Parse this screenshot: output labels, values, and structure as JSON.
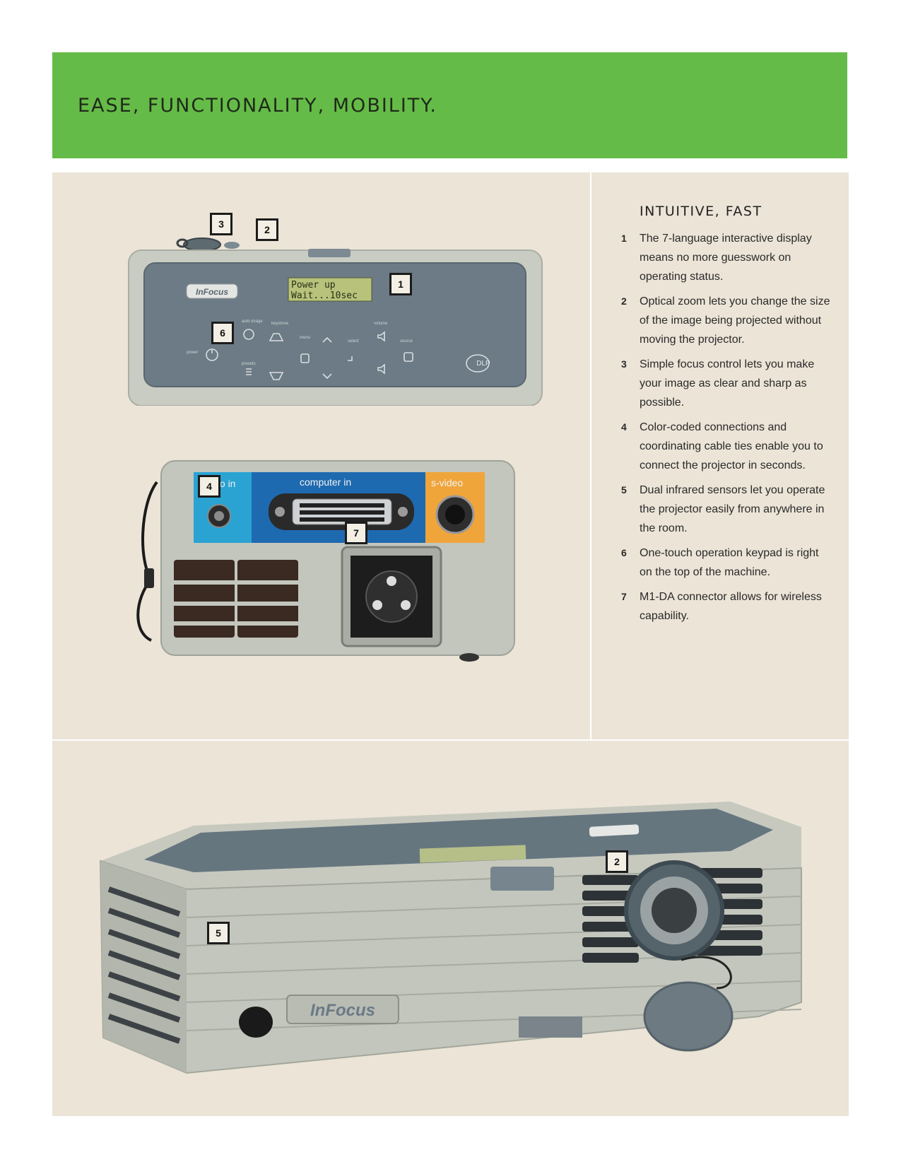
{
  "banner": {
    "title": "EASE, FUNCTIONALITY, MOBILITY."
  },
  "sidebar": {
    "title": "INTUITIVE, FAST",
    "features": [
      {
        "num": "1",
        "text": "The 7-language interactive display means no more guesswork on operating status."
      },
      {
        "num": "2",
        "text": "Optical zoom lets you change the size of the image being projected without moving the projector."
      },
      {
        "num": "3",
        "text": "Simple focus control lets you make your image as clear and sharp as possible."
      },
      {
        "num": "4",
        "text": "Color-coded connections and coordinating cable ties enable you to connect the projector in seconds."
      },
      {
        "num": "5",
        "text": "Dual infrared sensors let you operate the projector easily from anywhere in the room."
      },
      {
        "num": "6",
        "text": "One-touch operation keypad is right on the top of the machine."
      },
      {
        "num": "7",
        "text": "M1-DA connector allows for wireless capability."
      }
    ]
  },
  "top_view": {
    "brand": "InFocus",
    "lcd_line1": "Power up",
    "lcd_line2": "Wait...10sec",
    "logo": "DLP",
    "callouts": [
      "3",
      "2",
      "1",
      "6"
    ]
  },
  "rear_view": {
    "audio_label": "dio in",
    "computer_label": "computer in",
    "svideo_label": "s-video",
    "callouts": [
      "4",
      "7"
    ]
  },
  "front_view": {
    "brand": "InFocus",
    "callouts": [
      "2",
      "5"
    ]
  },
  "colors": {
    "banner": "#65bb47",
    "panel": "#ebe4d7",
    "body_silver": "#c9ccc2",
    "keypad": "#6b7a84"
  }
}
